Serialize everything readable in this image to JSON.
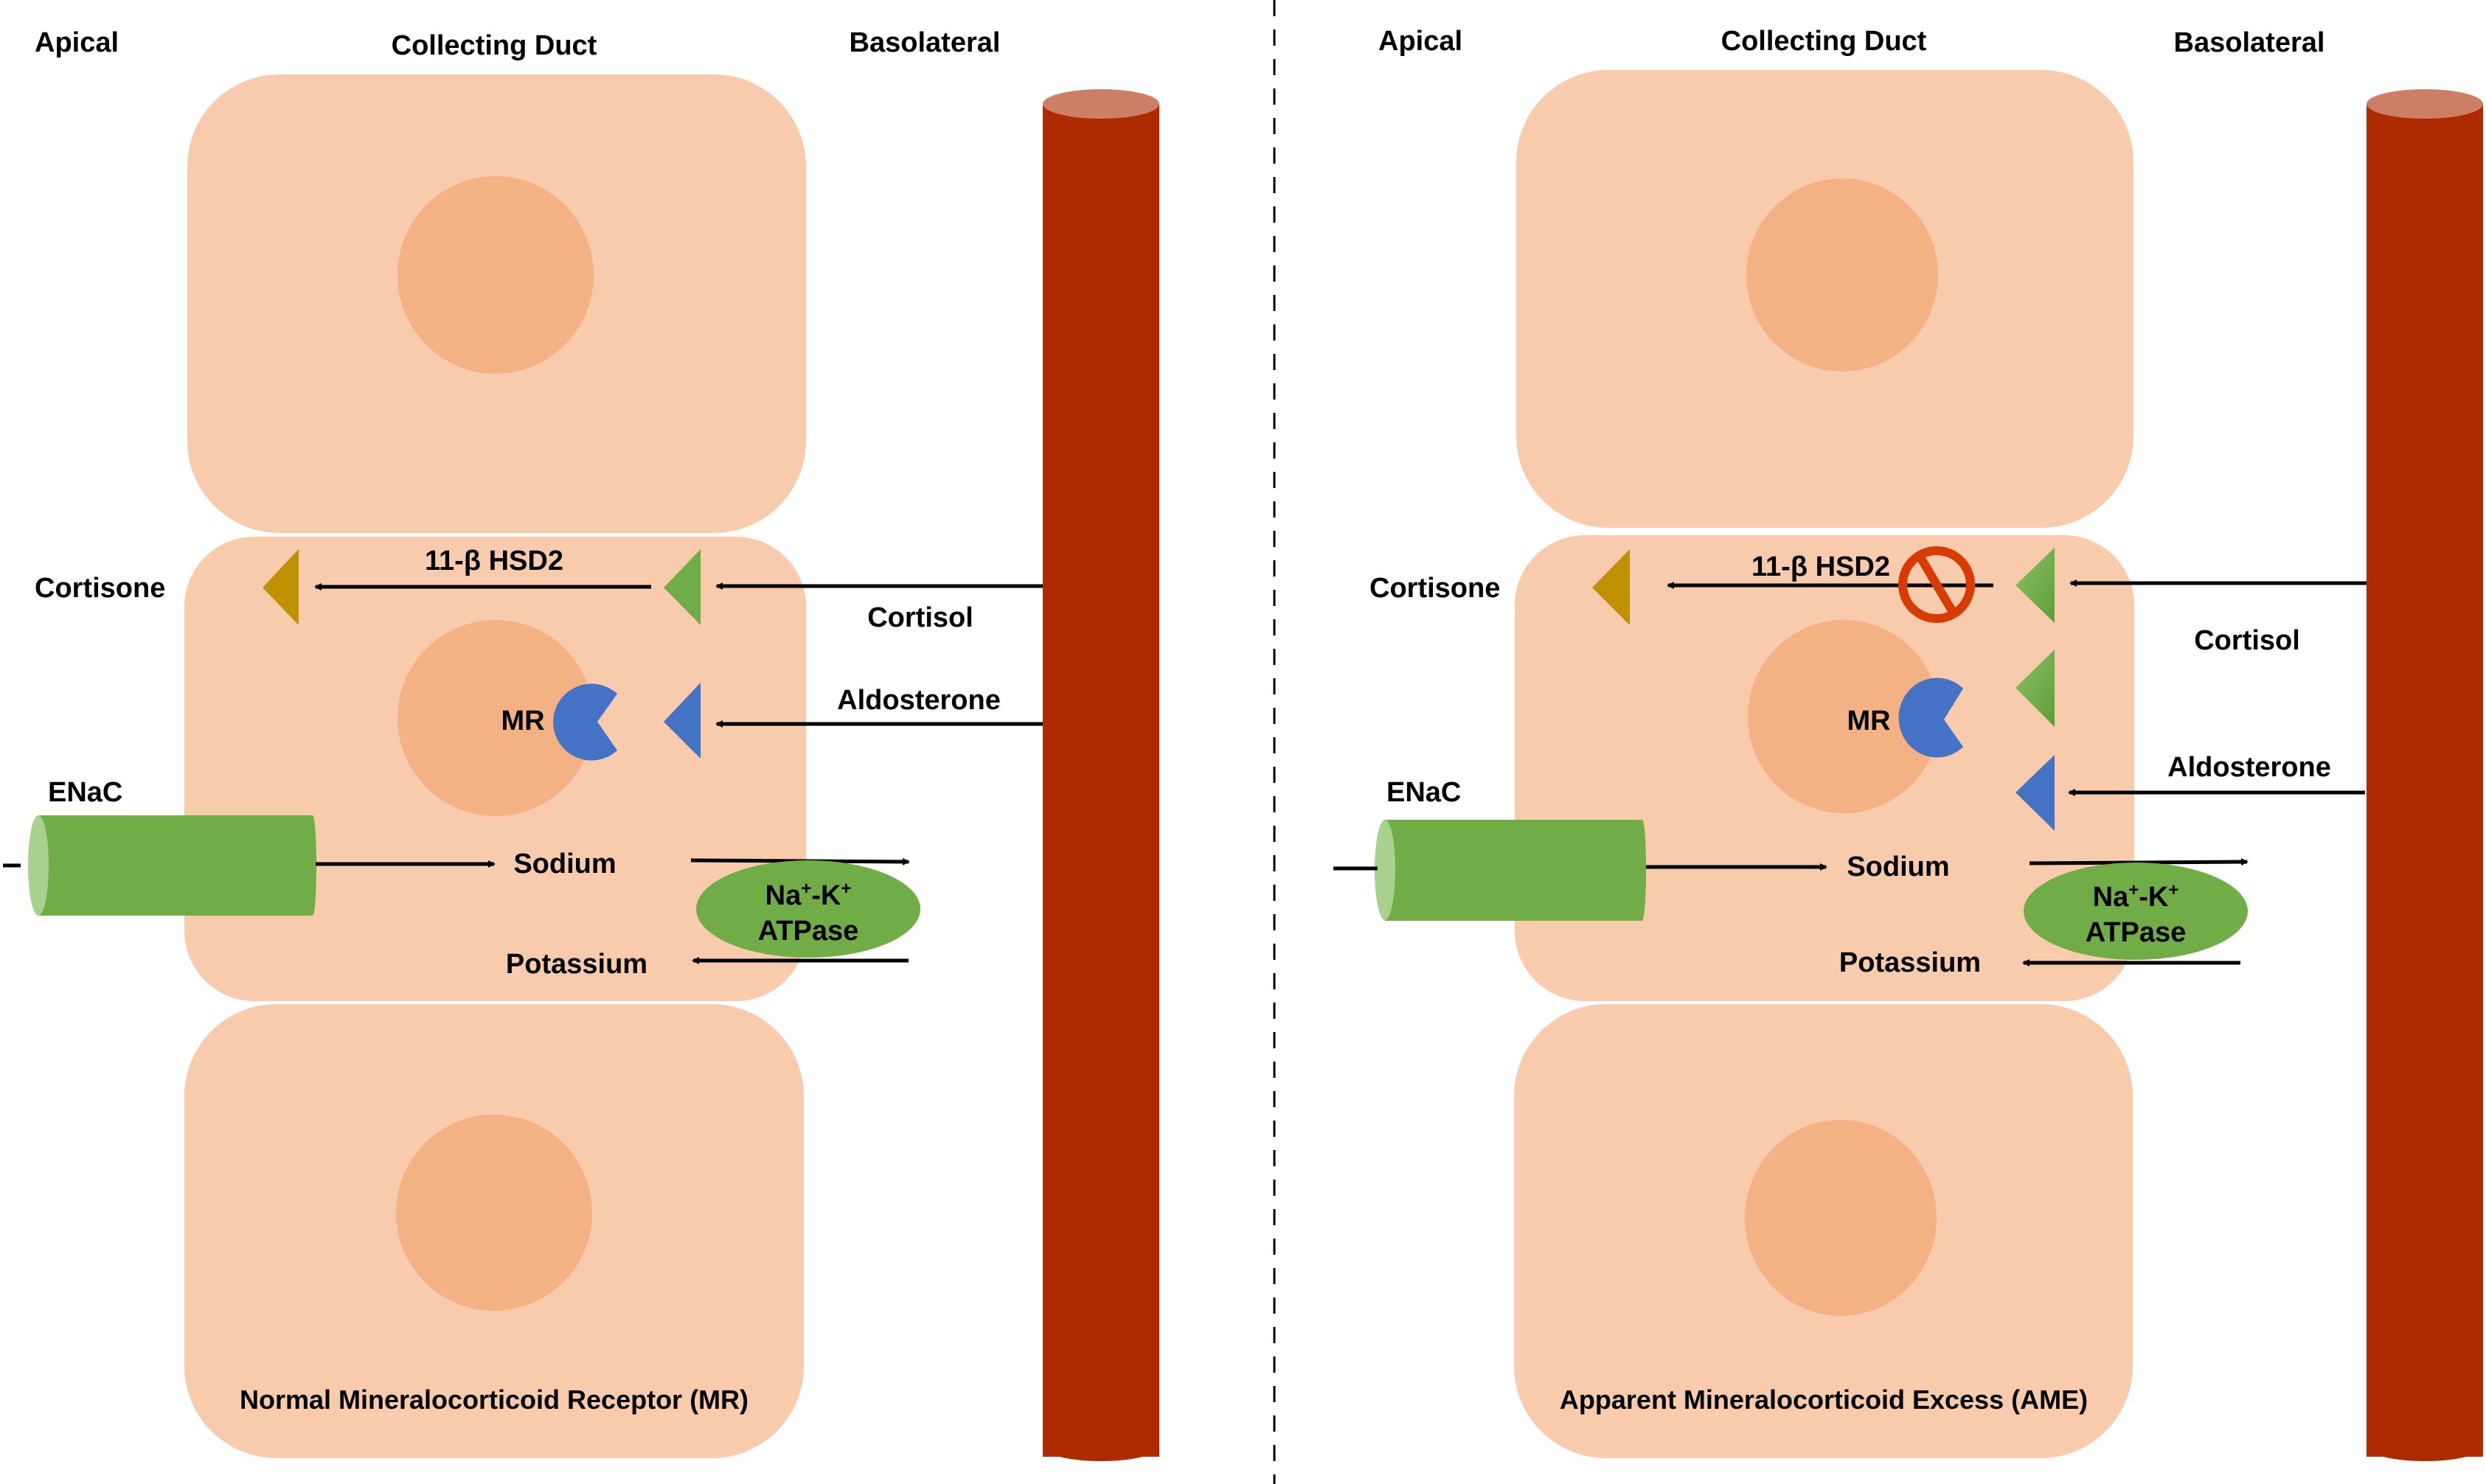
{
  "colors": {
    "cell": "#F8CBAD",
    "nucleus": "#F4B183",
    "vessel": "#AE2A00",
    "vessel_top": "#CD7F66",
    "enac": "#70AD47",
    "enac_end": "#A9D18E",
    "atpase": "#70AD47",
    "cortisol": "#70AD47",
    "cortisone": "#BF9000",
    "aldosterone": "#4472C4",
    "mr": "#4472C4",
    "block": "#D83B01",
    "arrow": "#000000"
  },
  "panels": [
    {
      "id": "normal",
      "header": {
        "apical": "Apical",
        "duct": "Collecting Duct",
        "basolateral": "Basolateral"
      },
      "labels": {
        "cortisone": "Cortisone",
        "enzyme": "11-β HSD2",
        "cortisol": "Cortisol",
        "aldosterone": "Aldosterone",
        "mr": "MR",
        "enac": "ENaC",
        "sodium": "Sodium",
        "potassium": "Potassium",
        "atpase_line1_na": "Na",
        "atpase_line1_k": "-K",
        "atpase_sup": "+",
        "atpase_line2": "ATPase"
      },
      "caption": "Normal Mineralocorticoid Receptor (MR)",
      "enzyme_blocked": false
    },
    {
      "id": "ame",
      "header": {
        "apical": "Apical",
        "duct": "Collecting Duct",
        "basolateral": "Basolateral"
      },
      "labels": {
        "cortisone": "Cortisone",
        "enzyme": "11-β HSD2",
        "cortisol": "Cortisol",
        "aldosterone": "Aldosterone",
        "mr": "MR",
        "enac": "ENaC",
        "sodium": "Sodium",
        "potassium": "Potassium",
        "atpase_line1_na": "Na",
        "atpase_line1_k": "-K",
        "atpase_sup": "+",
        "atpase_line2": "ATPase"
      },
      "caption": "Apparent Mineralocorticoid Excess (AME)",
      "enzyme_blocked": true
    }
  ]
}
